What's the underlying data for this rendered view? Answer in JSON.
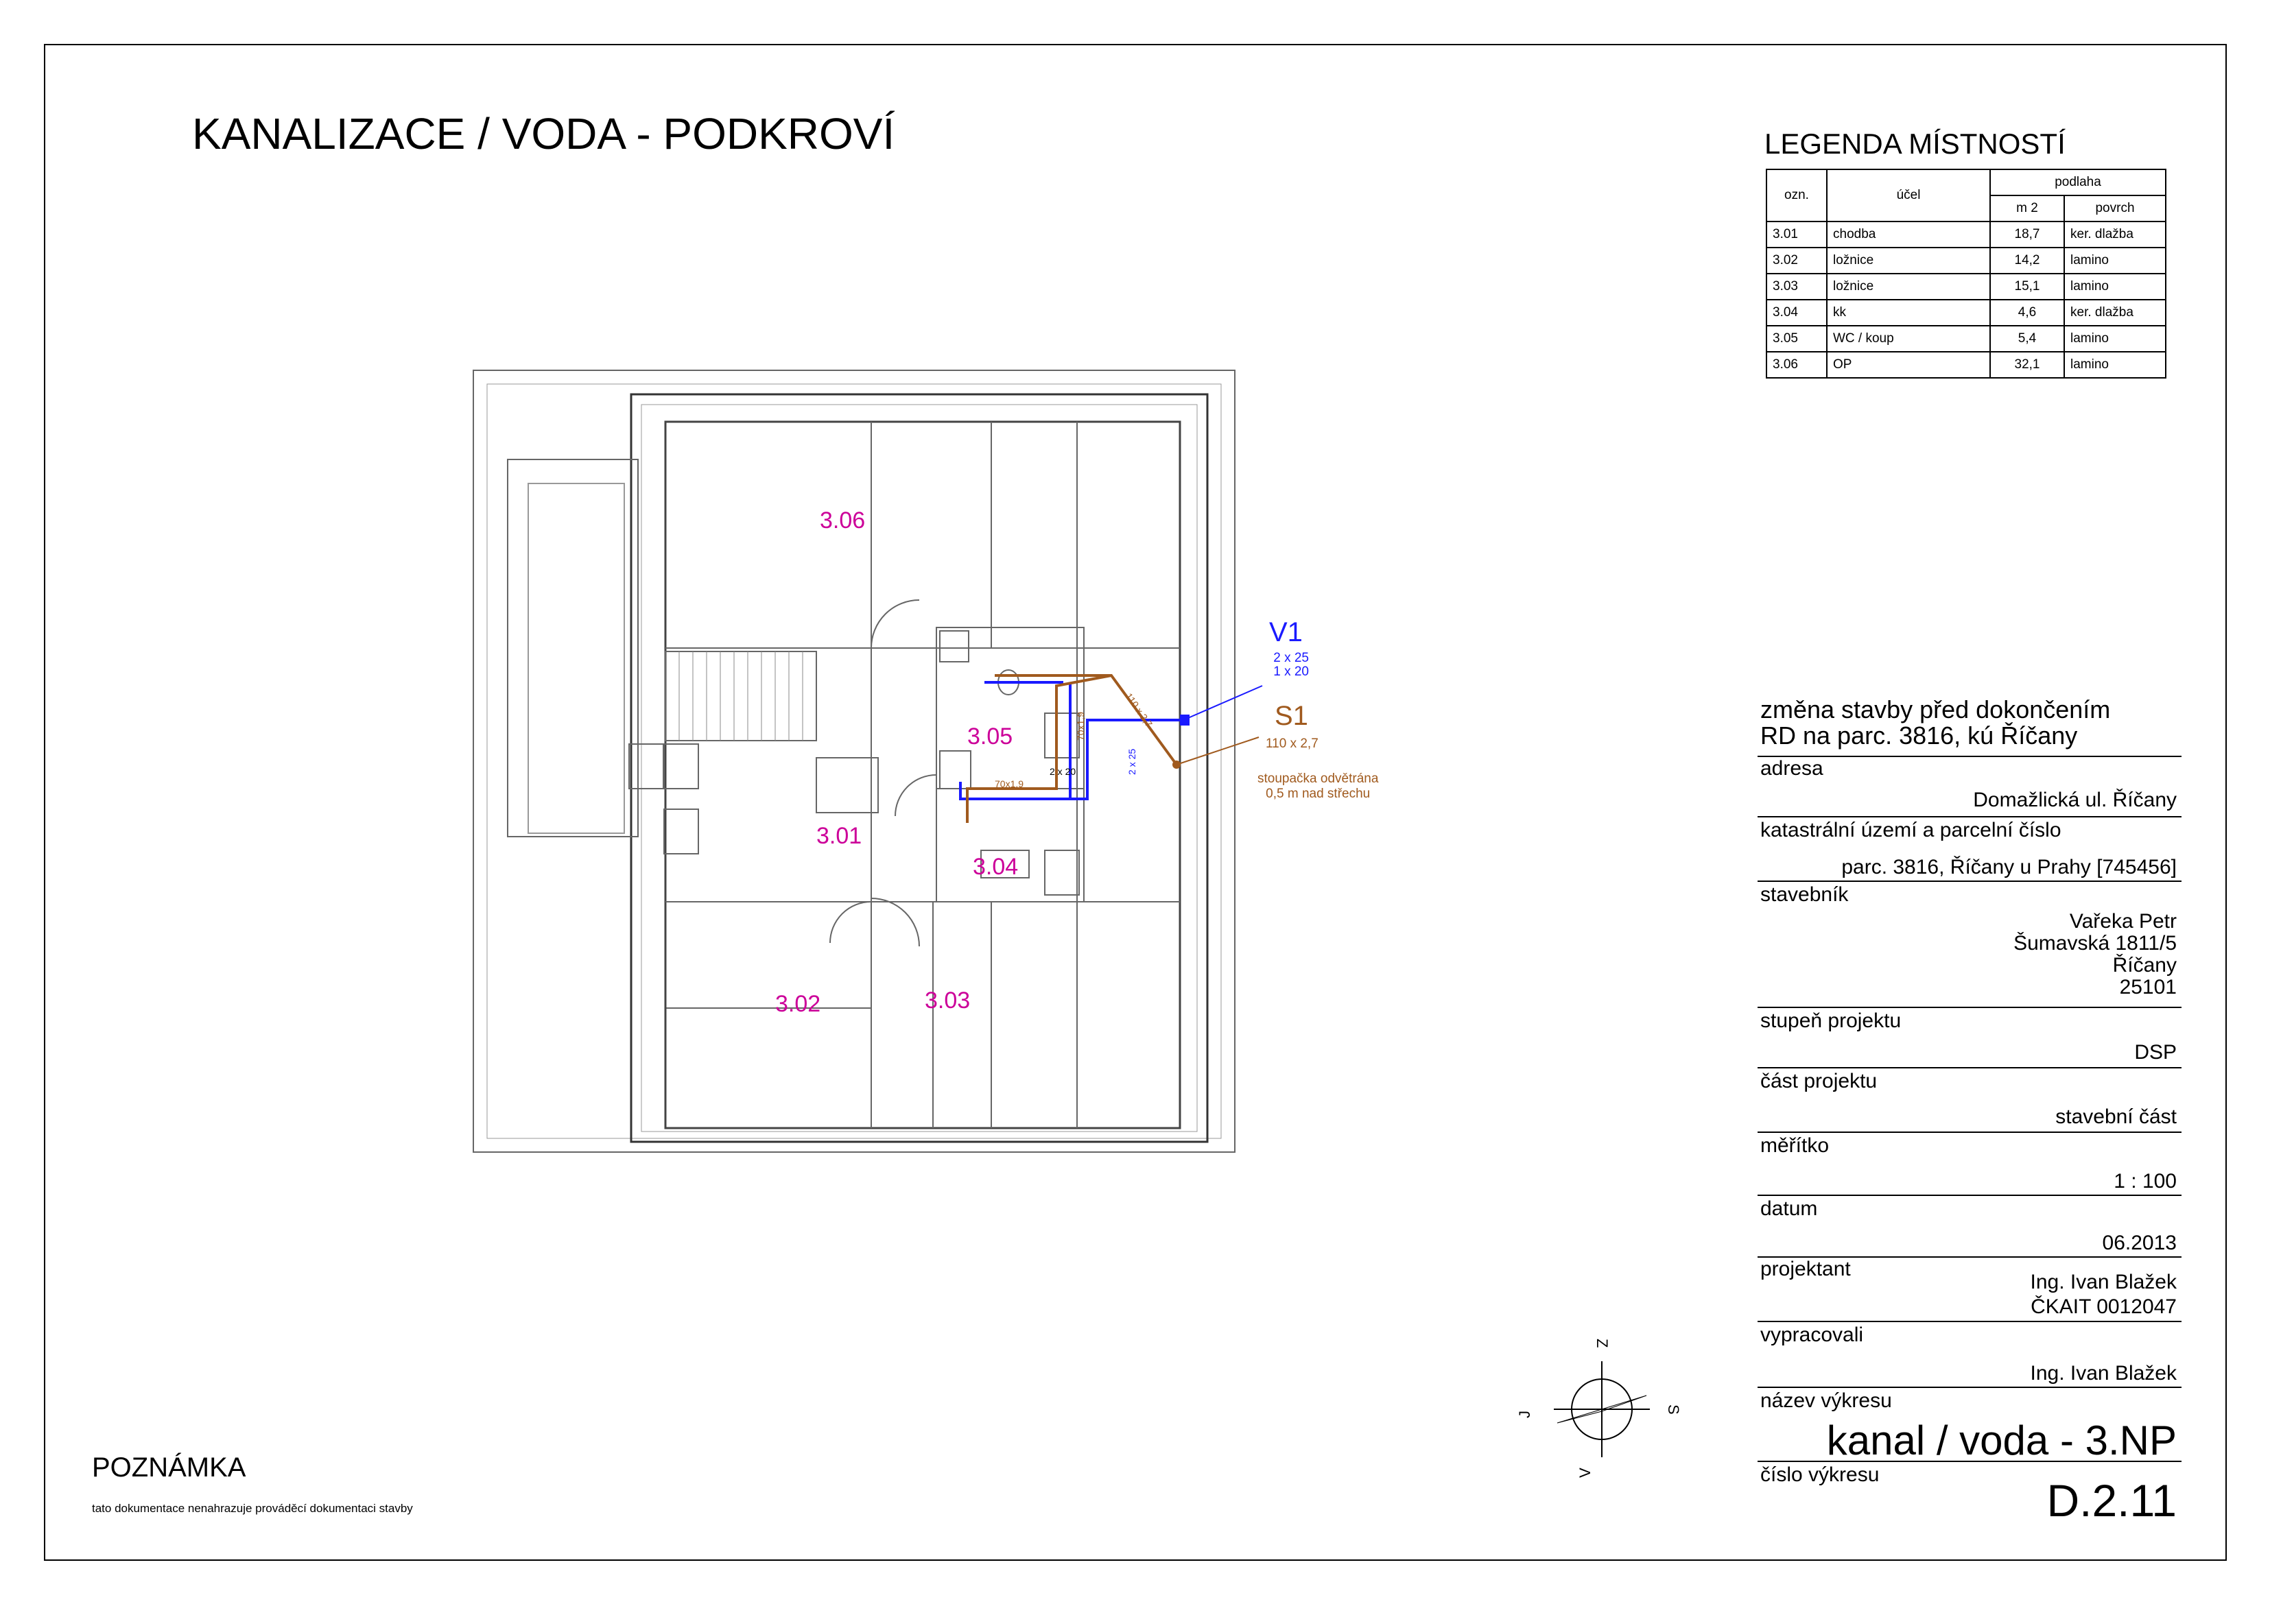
{
  "title": "KANALIZACE / VODA - PODKROVÍ",
  "legend": {
    "title": "LEGENDA MÍSTNOSTÍ",
    "headers": {
      "code": "ozn.",
      "purpose": "účel",
      "floor": "podlaha",
      "area": "m 2",
      "surface": "povrch"
    },
    "rows": [
      [
        "3.01",
        "chodba",
        "18,7",
        "ker. dlažba"
      ],
      [
        "3.02",
        "ložnice",
        "14,2",
        "lamino"
      ],
      [
        "3.03",
        "ložnice",
        "15,1",
        "lamino"
      ],
      [
        "3.04",
        "kk",
        "4,6",
        "ker. dlažba"
      ],
      [
        "3.05",
        "WC / koup",
        "5,4",
        "lamino"
      ],
      [
        "3.06",
        "OP",
        "32,1",
        "lamino"
      ]
    ]
  },
  "plan": {
    "rooms": [
      "3.06",
      "3.05",
      "3.01",
      "3.04",
      "3.02",
      "3.03"
    ],
    "v1": {
      "label": "V1",
      "line1": "2 x 25",
      "line2": "1 x 20",
      "color": "#1a1aff"
    },
    "s1": {
      "label": "S1",
      "dim": "110 x 2,7",
      "note1": "stoupačka odvětrána",
      "note2": "0,5 m nad střechu",
      "color": "#a05a1e"
    },
    "pipe_labels": {
      "p1": "110 x 2,7",
      "p2": "70x1,9",
      "p3": "2 x 25",
      "p4": "2 x 20",
      "p5": "70x1,9"
    },
    "room_label_color": "#cc0099"
  },
  "titleblock": {
    "heading1": "změna stavby před dokončením",
    "heading2": "RD  na parc. 3816, kú Říčany",
    "address_label": "adresa",
    "address": "Domažlická ul. Říčany",
    "cadastre_label": "katastrální území a parcelní číslo",
    "cadastre": "parc. 3816, Říčany u Prahy [745456]",
    "builder_label": "stavebník",
    "builder": [
      "Vařeka Petr",
      "Šumavská 1811/5",
      "Říčany",
      "25101"
    ],
    "stage_label": "stupeň projektu",
    "stage": "DSP",
    "part_label": "část projektu",
    "part": "stavební část",
    "scale_label": "měřítko",
    "scale": "1 : 100",
    "date_label": "datum",
    "date": "06.2013",
    "designer_label": "projektant",
    "designer": [
      "Ing. Ivan Blažek",
      "ČKAIT 0012047"
    ],
    "prepared_label": "vypracovali",
    "prepared": "Ing. Ivan Blažek",
    "drawing_name_label": "název výkresu",
    "drawing_name": "kanal / voda - 3.NP",
    "drawing_no_label": "číslo výkresu",
    "drawing_no": "D.2.11"
  },
  "compass": {
    "n": "S",
    "s": "J",
    "e": "V",
    "w": "Z"
  },
  "note": {
    "title": "POZNÁMKA",
    "text": "tato dokumentace nenahrazuje prováděcí dokumentaci stavby"
  }
}
